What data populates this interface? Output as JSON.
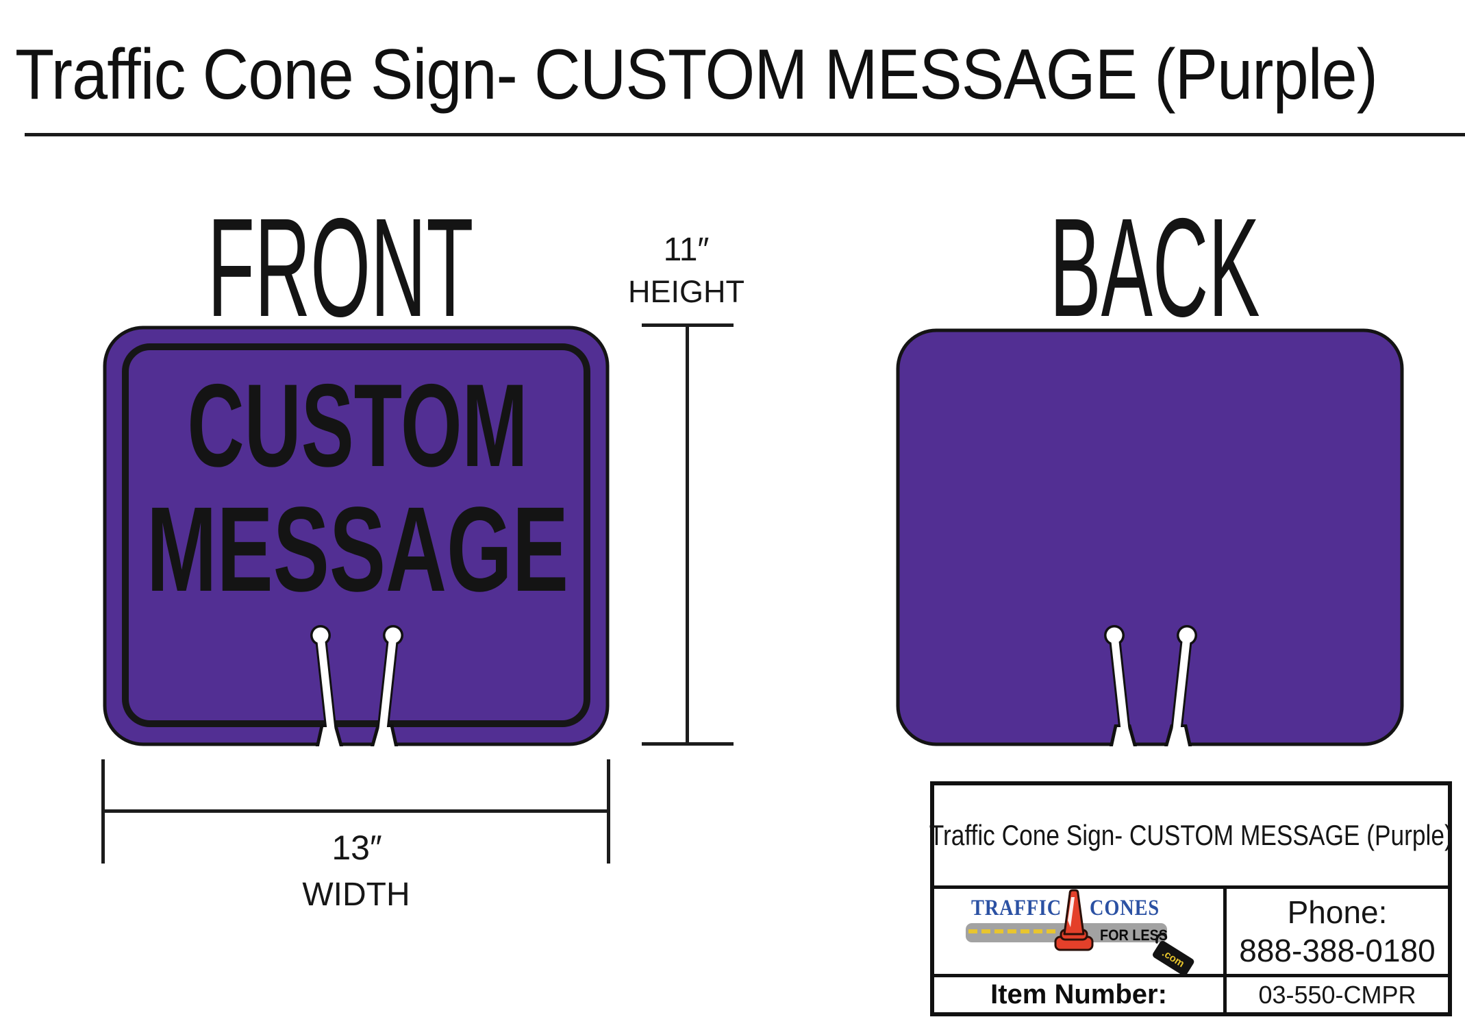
{
  "page": {
    "title": "Traffic Cone Sign- CUSTOM MESSAGE (Purple)"
  },
  "front": {
    "heading": "FRONT",
    "sign_lines": [
      "CUSTOM",
      "MESSAGE"
    ]
  },
  "back": {
    "heading": "BACK"
  },
  "dimensions": {
    "height_value": "11″",
    "height_label": "HEIGHT",
    "width_value": "13″",
    "width_label": "WIDTH"
  },
  "info_box": {
    "product_title": "Traffic Cone Sign- CUSTOM MESSAGE (Purple)",
    "phone_label": "Phone:",
    "phone_number": "888-388-0180",
    "item_label": "Item Number:",
    "item_number": "03-550-CMPR",
    "logo": {
      "word1": "TRAFFIC",
      "word2": "CONES",
      "tagline": "FOR LESS",
      "domain": ".com",
      "cone_icon": "traffic-cone-icon"
    }
  },
  "colors": {
    "purple": "#522F93",
    "ink": "#1a1a1a",
    "blue": "#2B51A3",
    "bar-gray": "#A2A2A2",
    "dash-yellow": "#E8C52F",
    "cone-red": "#E4402A",
    "cone-outline": "#2a0f08",
    "tag-yellow": "#E7C52D"
  }
}
